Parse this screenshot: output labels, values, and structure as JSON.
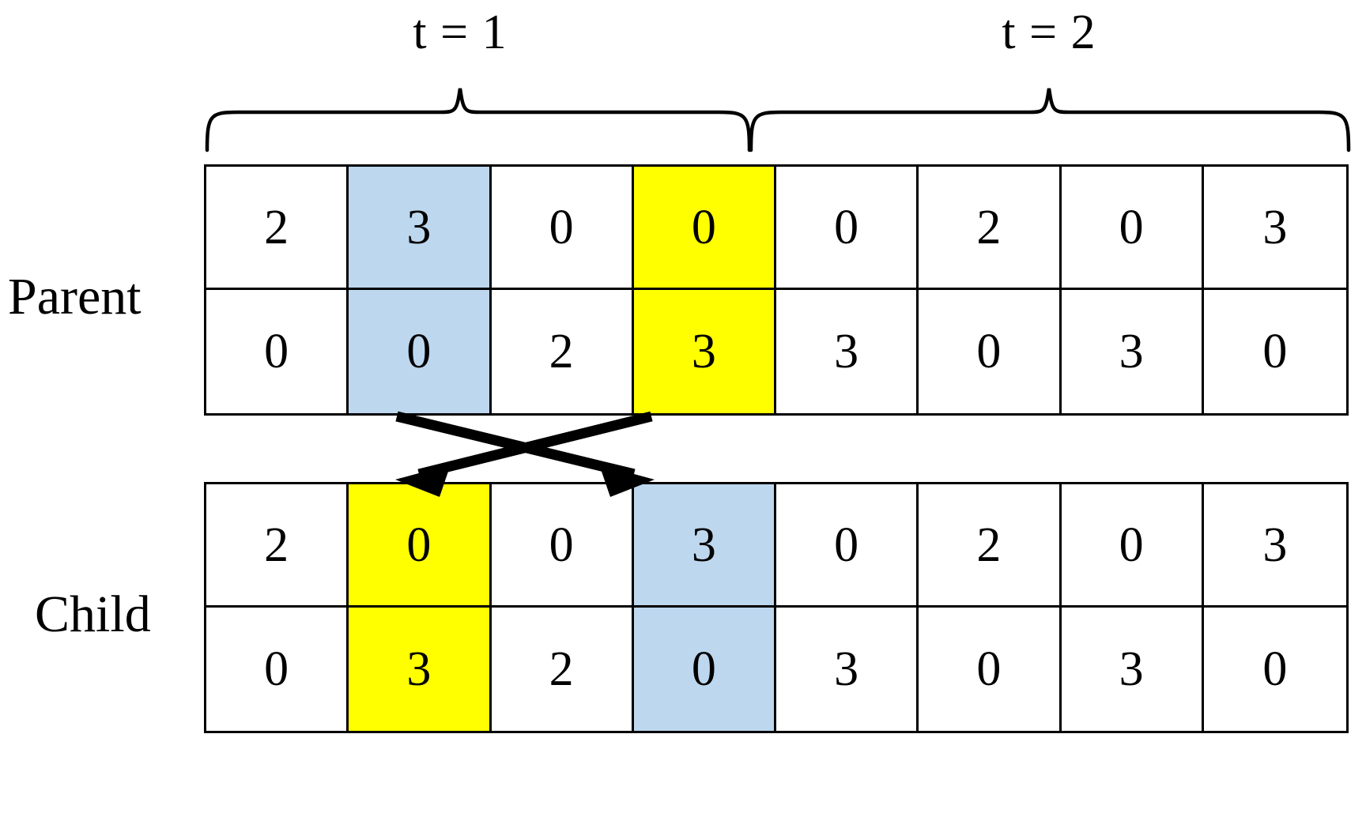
{
  "figure": {
    "labels": {
      "parent": "Parent",
      "child": "Child"
    },
    "time_braces": [
      {
        "id": "t1",
        "label": "t = 1",
        "covers_columns": [
          1,
          2,
          3,
          4
        ]
      },
      {
        "id": "t2",
        "label": "t = 2",
        "covers_columns": [
          5,
          6,
          7,
          8
        ]
      }
    ],
    "colors": {
      "highlight_yellow": "#FFFF00",
      "highlight_blue": "#BDD7EE",
      "grid_line": "#000000",
      "text": "#000000",
      "background": "#FFFFFF"
    },
    "grids": [
      {
        "name": "parent",
        "rows": [
          [
            "2",
            "3",
            "0",
            "0",
            "0",
            "2",
            "0",
            "3"
          ],
          [
            "0",
            "0",
            "2",
            "3",
            "3",
            "0",
            "3",
            "0"
          ]
        ],
        "column_highlights": [
          "none",
          "blue",
          "none",
          "yellow",
          "none",
          "none",
          "none",
          "none"
        ]
      },
      {
        "name": "child",
        "rows": [
          [
            "2",
            "0",
            "0",
            "3",
            "0",
            "2",
            "0",
            "3"
          ],
          [
            "0",
            "3",
            "2",
            "0",
            "3",
            "0",
            "3",
            "0"
          ]
        ],
        "column_highlights": [
          "none",
          "yellow",
          "none",
          "blue",
          "none",
          "none",
          "none",
          "none"
        ]
      }
    ],
    "swap_arrows": [
      {
        "from": "parent-column-2",
        "to": "child-column-4",
        "style": "crossing-arrow"
      },
      {
        "from": "parent-column-4",
        "to": "child-column-2",
        "style": "crossing-arrow"
      }
    ]
  }
}
